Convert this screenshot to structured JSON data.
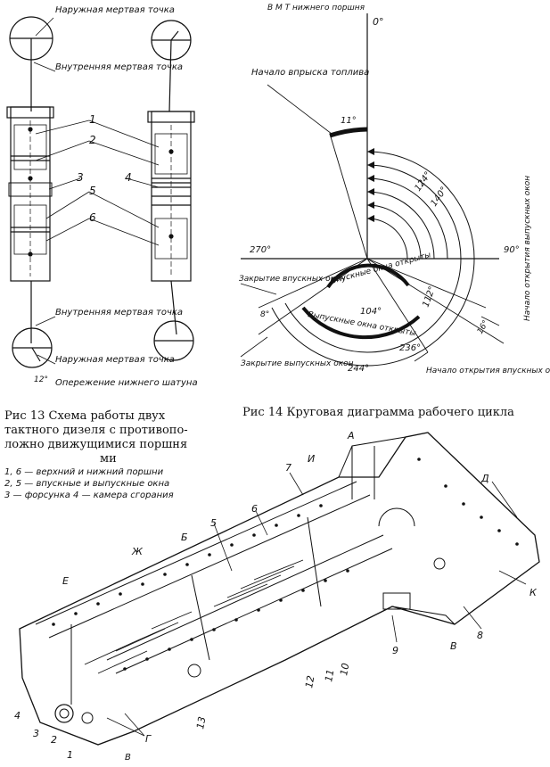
{
  "fig13": {
    "labels": {
      "outer_dead_top": "Наружная мертвая точка",
      "inner_dead_top": "Внутренняя мертвая точка",
      "inner_dead_bottom": "Внутренняя мертвая точка",
      "outer_dead_bottom": "Наружная мертвая точка",
      "advance": "Опережение нижнего шатуна",
      "angle_12": "12°"
    },
    "numbers": [
      "1",
      "2",
      "3",
      "4",
      "5",
      "6"
    ],
    "caption": {
      "line1": "Рис 13 Схема работы двух",
      "line2": "тактного дизеля с противопо-",
      "line3": "ложно движущимися поршня",
      "line4": "ми",
      "legend1": "1, 6 — верхний и нижний поршни",
      "legend2": "2, 5 — впускные и выпускные окна",
      "legend3": "3 — форсунка 4 — камера сгорания"
    }
  },
  "fig14": {
    "caption": "Рис 14 Круговая диаграмма рабочего цикла",
    "labels": {
      "bdc": "В М Т нижнего поршня",
      "zero": "0°",
      "injection_start": "Начало впрыска топлива",
      "a11": "11°",
      "a124": "124°",
      "a140": "140°",
      "a270": "270°",
      "a90": "90°",
      "intake_close": "Закрытие впускных окон",
      "intake_windows_open": "Впускные окна открыты",
      "a8": "8°",
      "a104": "104°",
      "exhaust_windows_open": "Выпускные окна открыты",
      "a112": "112°",
      "start_exhaust_open": "Начало открытия выпускных окон",
      "a16": "16°",
      "a236": "236°",
      "exhaust_close": "Закрытие выпускных окон",
      "a244": "244°",
      "start_intake_open": "Начало открытия впускных окон"
    }
  },
  "fig15": {
    "letters": [
      "А",
      "И",
      "Д",
      "К",
      "В",
      "Б",
      "Е",
      "Ж",
      "Г",
      "В"
    ],
    "numbers": [
      "1",
      "2",
      "3",
      "4",
      "5",
      "6",
      "7",
      "8",
      "9",
      "10",
      "11",
      "12",
      "13"
    ]
  }
}
